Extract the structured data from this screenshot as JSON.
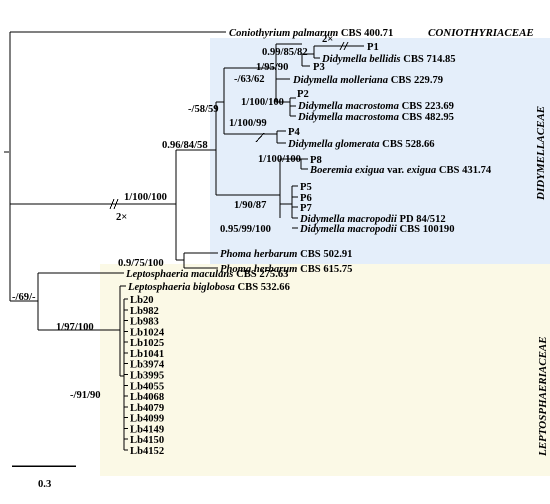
{
  "families": {
    "coniothyriaceae": "CONIOTHYRIACEAE",
    "didymellaceae": "DIDYMELLACEAE",
    "leptosphaeriaceae": "LEPTOSPHAERIACEAE"
  },
  "colors": {
    "didymellaceae_shade": "#e4eefa",
    "leptosphaeriaceae_shade": "#fbf9e6"
  },
  "scale_label": "0.3",
  "break_marks": [
    "2×",
    "2×"
  ],
  "taxa": {
    "c_palmarum": {
      "genus": "Coniothyrium palmarum",
      "strain": "CBS 400.71"
    },
    "p1": "P1",
    "d_bellidis": {
      "genus": "Didymella bellidis",
      "strain": "CBS 714.85"
    },
    "p3": "P3",
    "d_molleriana": {
      "genus": "Didymella molleriana",
      "strain": "CBS 229.79"
    },
    "p2": "P2",
    "d_macrostoma_1": {
      "genus": "Didymella macrostoma",
      "strain": "CBS 223.69"
    },
    "d_macrostoma_2": {
      "genus": "Didymella macrostoma",
      "strain": "CBS 482.95"
    },
    "p4": "P4",
    "d_glomerata": {
      "genus": "Didymella glomerata",
      "strain": "CBS 528.66"
    },
    "p8": "P8",
    "b_exigua": {
      "genus": "Boeremia exigua",
      "mid": "var.",
      "genus2": "exigua",
      "strain": "CBS 431.74"
    },
    "p5": "P5",
    "p6": "P6",
    "p7": "P7",
    "d_macropodii_1": {
      "genus": "Didymella macropodii",
      "strain": "PD 84/512"
    },
    "d_macropodii_2": {
      "genus": "Didymella macropodii",
      "strain": "CBS 100190"
    },
    "ph_herbarum_1": {
      "genus": "Phoma herbarum",
      "strain": "CBS 502.91"
    },
    "ph_herbarum_2": {
      "genus": "Phoma herbarum",
      "strain": "CBS 615.75"
    },
    "l_maculans": {
      "genus": "Leptosphaeria maculans",
      "strain": "CBS 275.63"
    },
    "l_biglobosa": {
      "genus": "Leptosphaeria biglobosa",
      "strain": "CBS 532.66"
    },
    "lb": [
      "Lb20",
      "Lb982",
      "Lb983",
      "Lb1024",
      "Lb1025",
      "Lb1041",
      "Lb3974",
      "Lb3995",
      "Lb4055",
      "Lb4068",
      "Lb4079",
      "Lb4099",
      "Lb4149",
      "Lb4150",
      "Lb4152"
    ]
  },
  "support": {
    "bellidis_p1": "0.99/85/82",
    "p3_clade": "1/95/90",
    "molleriana_clade": "-/63/62",
    "macrostoma_clade": "1/100/100",
    "glomerata_clade": "1/100/99",
    "upper_clade": "-/58/59",
    "didymella_core": "0.96/84/58",
    "didymellaceae": "1/100/100",
    "p8_boeremia": "1/100/100",
    "macropodii_clade": "1/90/87",
    "macropodii_inner": "0.95/99/100",
    "phoma_clade": "0.9/75/100",
    "lepto_root": "-/69/-",
    "biglobosa_clade": "1/97/100",
    "lb_clade": "-/91/90"
  }
}
